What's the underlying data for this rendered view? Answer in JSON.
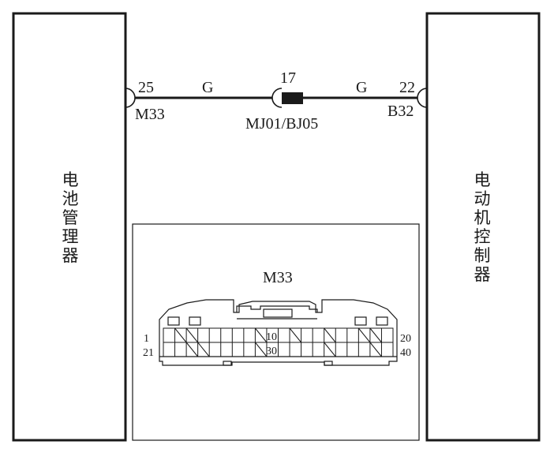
{
  "left_module": {
    "label_chars": [
      "电",
      "池",
      "管",
      "理",
      "器"
    ]
  },
  "right_module": {
    "label_chars": [
      "电",
      "动",
      "机",
      "控",
      "制",
      "器"
    ]
  },
  "wire": {
    "left_pin": "25",
    "left_color": "G",
    "left_connector": "M33",
    "splice_pin": "17",
    "splice_connector": "MJ01/BJ05",
    "right_color": "G",
    "right_pin": "22",
    "right_connector": "B32"
  },
  "connector_view": {
    "title": "M33",
    "pin_labels": {
      "top_left": "1",
      "bottom_left": "21",
      "top_mid": "10",
      "bottom_mid": "30",
      "top_right": "20",
      "bottom_right": "40"
    },
    "top_row_count": 20,
    "bottom_row_count": 20
  },
  "colors": {
    "line": "#1a1a1a",
    "background": "#ffffff"
  }
}
